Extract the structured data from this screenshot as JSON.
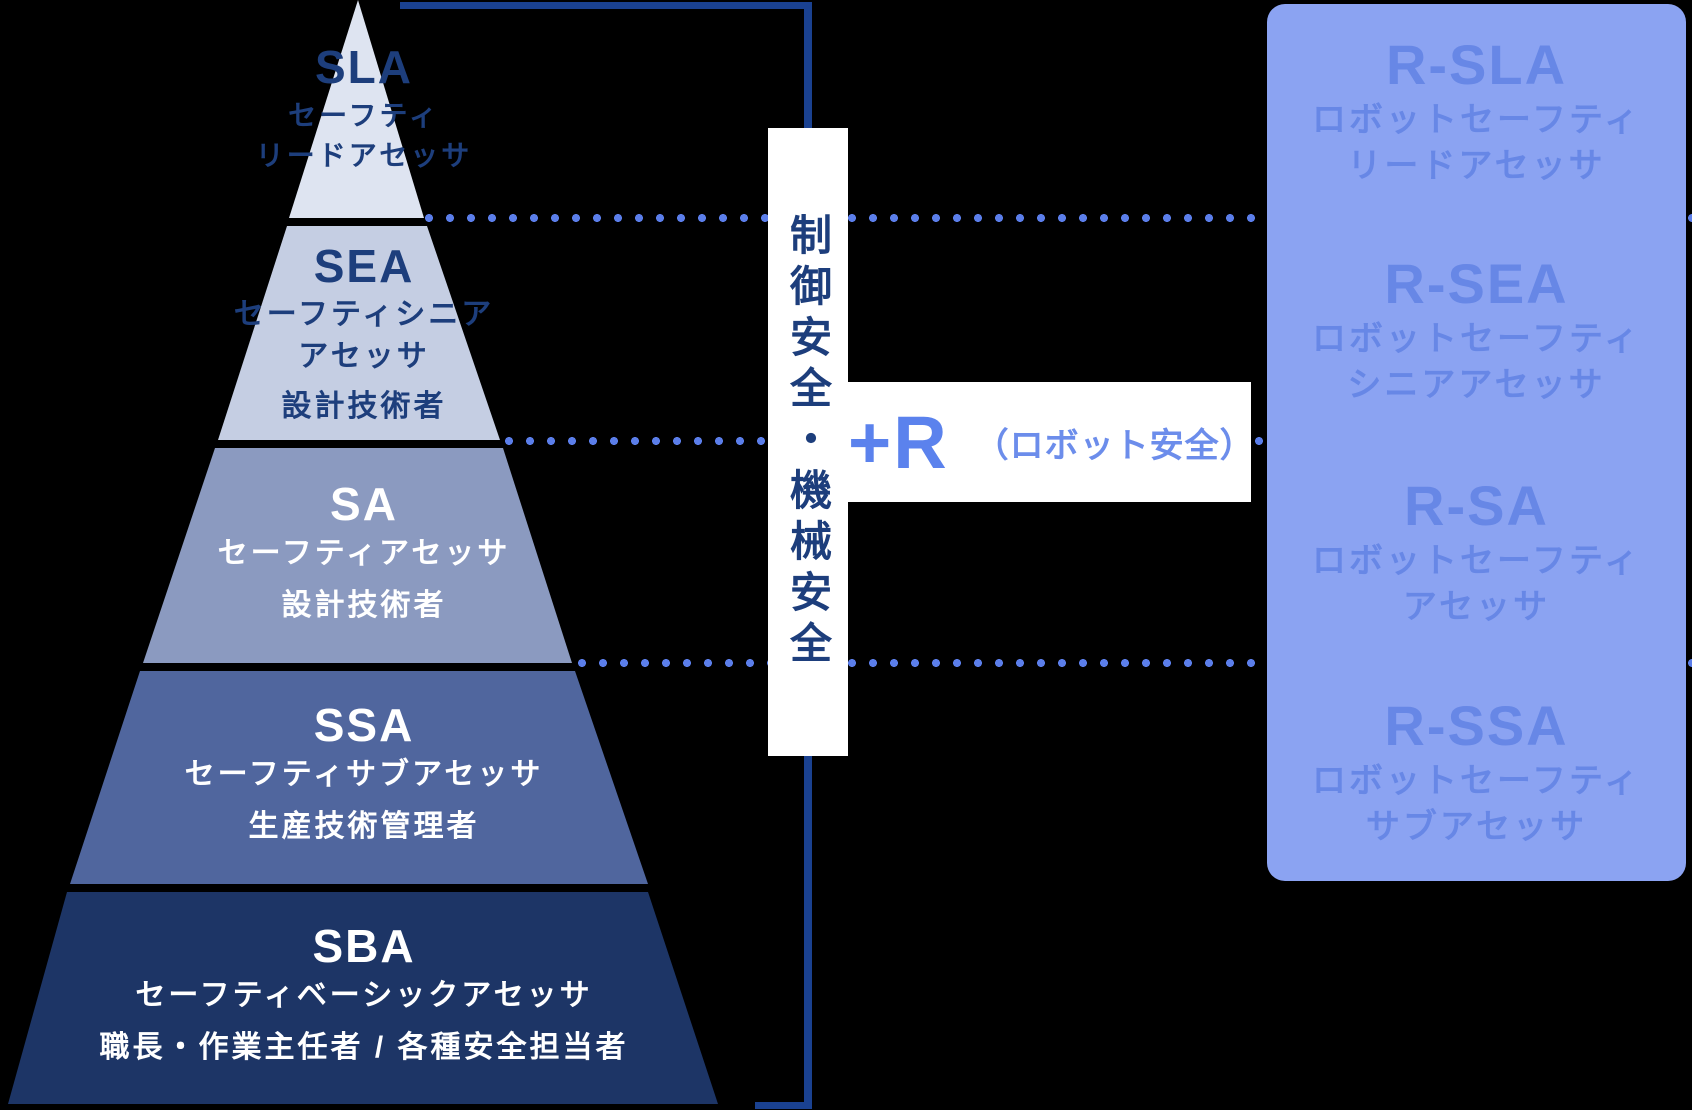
{
  "pyramid": {
    "levels": [
      {
        "code": "SLA",
        "lines": [
          "セーフティ",
          "リードアセッサ"
        ],
        "color": "#dee4f1",
        "text_color": "#1d3e7c"
      },
      {
        "code": "SEA",
        "lines": [
          "セーフティシニア",
          "アセッサ",
          "設計技術者"
        ],
        "color": "#c5cee3",
        "text_color": "#1d3e7c"
      },
      {
        "code": "SA",
        "lines": [
          "セーフティアセッサ",
          "設計技術者"
        ],
        "color": "#8b9ac0",
        "text_color": "#ffffff"
      },
      {
        "code": "SSA",
        "lines": [
          "セーフティサブアセッサ",
          "生産技術管理者"
        ],
        "color": "#50669e",
        "text_color": "#ffffff"
      },
      {
        "code": "SBA",
        "lines": [
          "セーフティベーシックアセッサ",
          "職長・作業主任者 / 各種安全担当者"
        ],
        "color": "#1d3566",
        "text_color": "#ffffff"
      }
    ]
  },
  "center": {
    "vertical_label": "制御安全・機械安全",
    "plus_label": "+R",
    "plus_note": "（ロボット安全）"
  },
  "right_panel": {
    "sections": [
      {
        "code": "R-SLA",
        "lines": [
          "ロボットセーフティ",
          "リードアセッサ"
        ]
      },
      {
        "code": "R-SEA",
        "lines": [
          "ロボットセーフティ",
          "シニアアセッサ"
        ]
      },
      {
        "code": "R-SA",
        "lines": [
          "ロボットセーフティ",
          "アセッサ"
        ]
      },
      {
        "code": "R-SSA",
        "lines": [
          "ロボットセーフティ",
          "サブアセッサ"
        ]
      }
    ],
    "panel_color": "#8ba3f2",
    "text_color": "#6787e6"
  },
  "colors": {
    "background": "#000000",
    "bracket_line": "#1a4190",
    "dotted_line": "#5b7eea",
    "white_bar": "#ffffff",
    "plus_label": "#5b82ed",
    "plus_note": "#6c8deb",
    "navy_text": "#1d3e7c"
  }
}
